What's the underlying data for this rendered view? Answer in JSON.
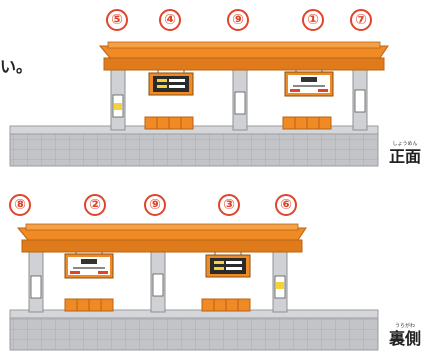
{
  "partial_caption": "い。",
  "colors": {
    "accent_orange": "#f08a24",
    "roof_shadow": "#c9691a",
    "platform_gray": "#b9bbbf",
    "pillar_gray": "#c7c9cc",
    "bench_orange": "#f08a24",
    "badge_red": "#e0452c"
  },
  "views": [
    {
      "name": "front",
      "label": "正面",
      "ruby": "しょうめん",
      "badges": [
        "⑤",
        "④",
        "⑨",
        "①",
        "⑦"
      ]
    },
    {
      "name": "back",
      "label": "裏側",
      "ruby": "うらがわ",
      "badges": [
        "⑧",
        "②",
        "⑨",
        "③",
        "⑥"
      ]
    }
  ]
}
